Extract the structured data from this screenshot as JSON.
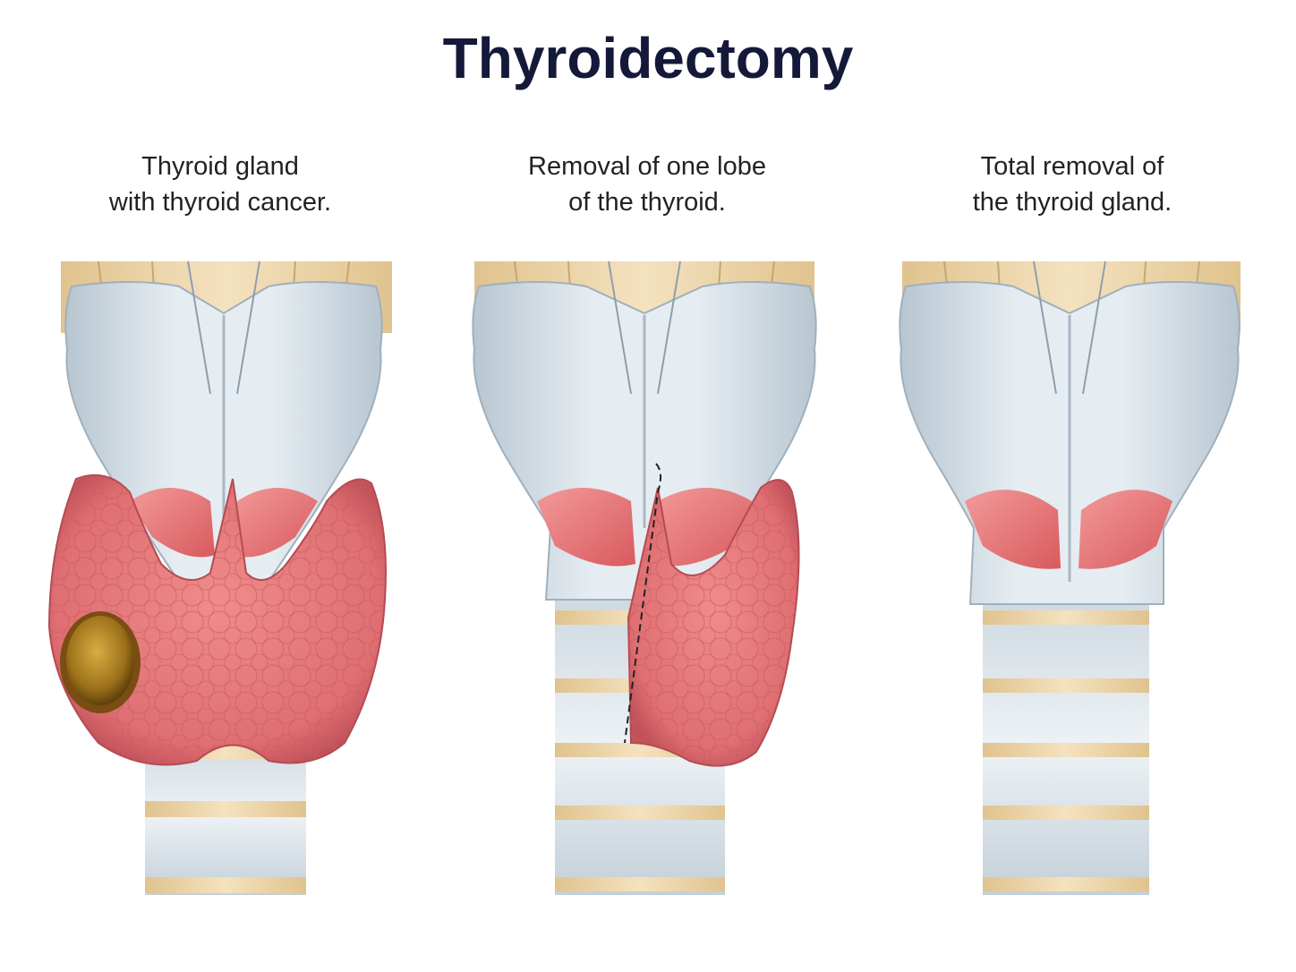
{
  "title": "Thyroidectomy",
  "panels": [
    {
      "caption": [
        "Thyroid gland",
        "with thyroid cancer."
      ]
    },
    {
      "caption": [
        "Removal of one lobe",
        "of the thyroid."
      ]
    },
    {
      "caption": [
        "Total removal of",
        "the thyroid gland."
      ]
    }
  ],
  "colors": {
    "title": "#14193a",
    "cartilage": "#dde6ec",
    "cartilage_shadow": "#a9b8c4",
    "ring_band": "#e9cf9d",
    "thyroid": "#e47878",
    "thyroid_dark": "#b84a4f",
    "tumor": "#a47a1e",
    "muscle": "#e26a6c"
  }
}
